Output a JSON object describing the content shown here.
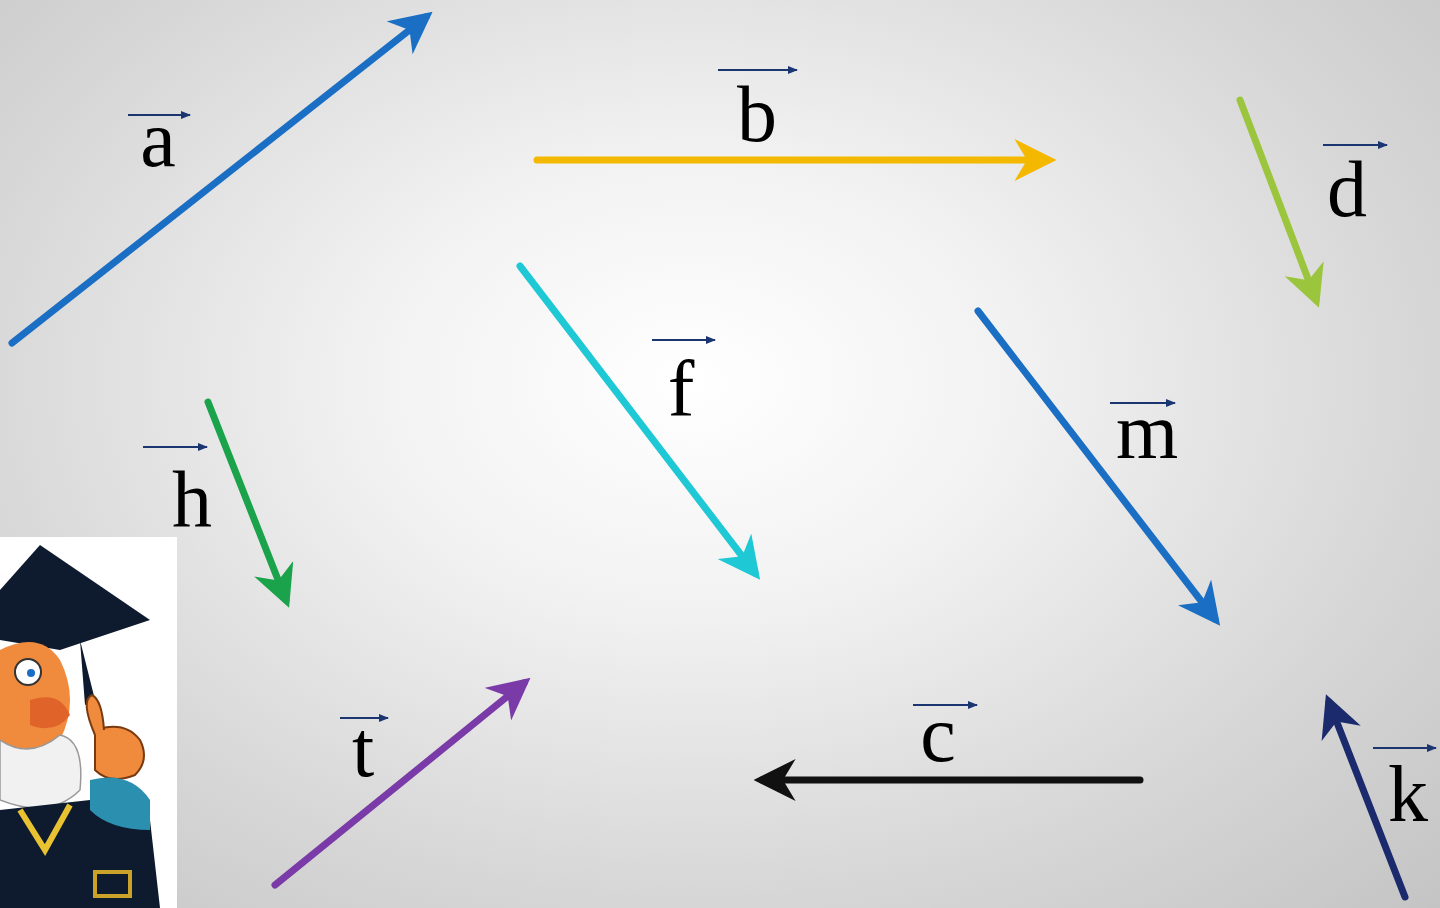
{
  "diagram": {
    "labels": [
      "a",
      "b",
      "d",
      "f",
      "m",
      "h",
      "t",
      "c",
      "k"
    ]
  }
}
